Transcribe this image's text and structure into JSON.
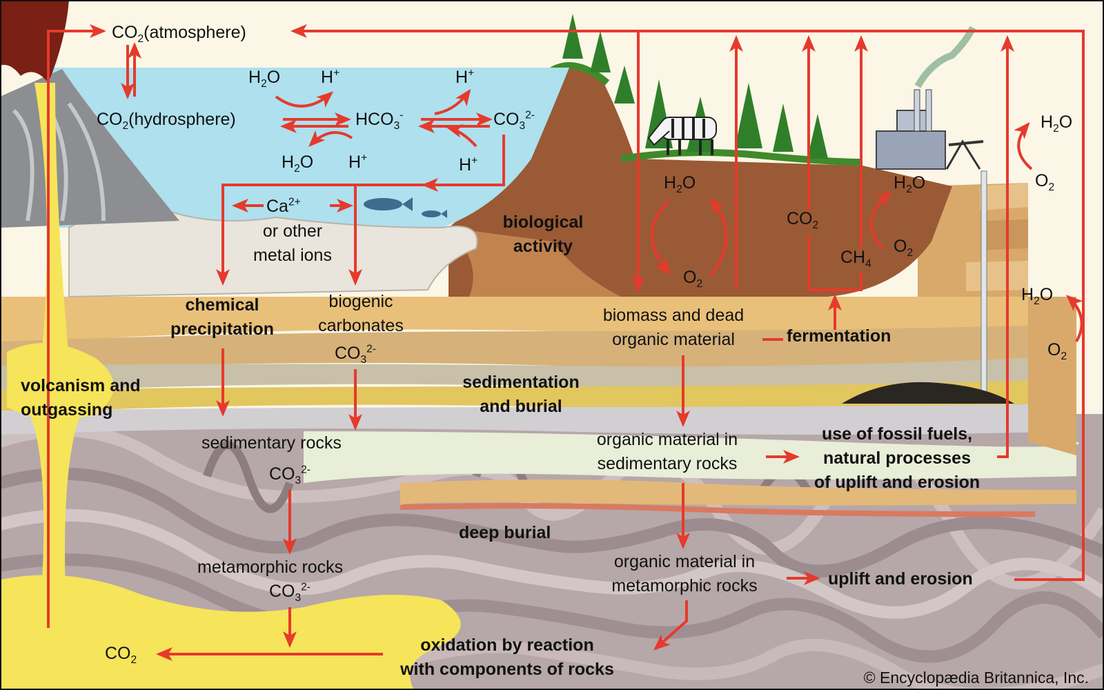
{
  "atmosphere": {
    "co2": "CO",
    "co2_sub": "2",
    "co2_suffix": "(atmosphere)"
  },
  "hydrosphere": {
    "co2": "CO",
    "co2_sub": "2",
    "co2_suffix": "(hydrosphere)",
    "bicarbonate": "HCO",
    "bicarbonate_sub": "3",
    "bicarbonate_sup": "-",
    "carbonate": "CO",
    "carbonate_sub": "3",
    "carbonate_sup": "2-",
    "h": "H",
    "h_sup": "+",
    "water": "H",
    "water_sub": "2",
    "water_suffix": "O",
    "calcium_ion": "Ca",
    "calcium_sup": "2+",
    "other_ions_line1": "or other",
    "other_ions_line2": "metal ions"
  },
  "land": {
    "biological_activity_line1": "biological",
    "biological_activity_line2": "activity",
    "oxygen": "O",
    "oxygen_sub": "2",
    "co2": "CO",
    "co2_sub": "2",
    "methane": "CH",
    "methane_sub": "4",
    "biomass_line1": "biomass and dead",
    "biomass_line2": "organic material",
    "fermentation": "fermentation"
  },
  "processes": {
    "chemical_precipitation_line1": "chemical",
    "chemical_precipitation_line2": "precipitation",
    "biogenic_line1": "biogenic",
    "biogenic_line2": "carbonates",
    "sedimentation_line1": "sedimentation",
    "sedimentation_line2": "and burial",
    "volcanism_line1": "volcanism and",
    "volcanism_line2": "outgassing",
    "deep_burial": "deep burial",
    "fossil_fuels_line1": "use of fossil fuels,",
    "fossil_fuels_line2": "natural processes",
    "fossil_fuels_line3": "of uplift and erosion",
    "uplift_erosion": "uplift and erosion",
    "oxidation_line1": "oxidation by reaction",
    "oxidation_line2": "with components of rocks"
  },
  "rocks": {
    "sedimentary": "sedimentary rocks",
    "metamorphic": "metamorphic rocks",
    "organic_sed_line1": "organic material in",
    "organic_sed_line2": "sedimentary rocks",
    "organic_meta_line1": "organic material in",
    "organic_meta_line2": "metamorphic rocks",
    "co2_released": "CO",
    "co2_released_sub": "2"
  },
  "credit": "© Encyclopædia Britannica, Inc.",
  "colors": {
    "arrow": "#e53a2c",
    "water": "#aee0ee",
    "magma": "#f6e45a",
    "soil": "#9a5a35",
    "sand": "#e6c282",
    "metamorphic": "#b6a7a9",
    "sky": "#fbf6e6"
  }
}
